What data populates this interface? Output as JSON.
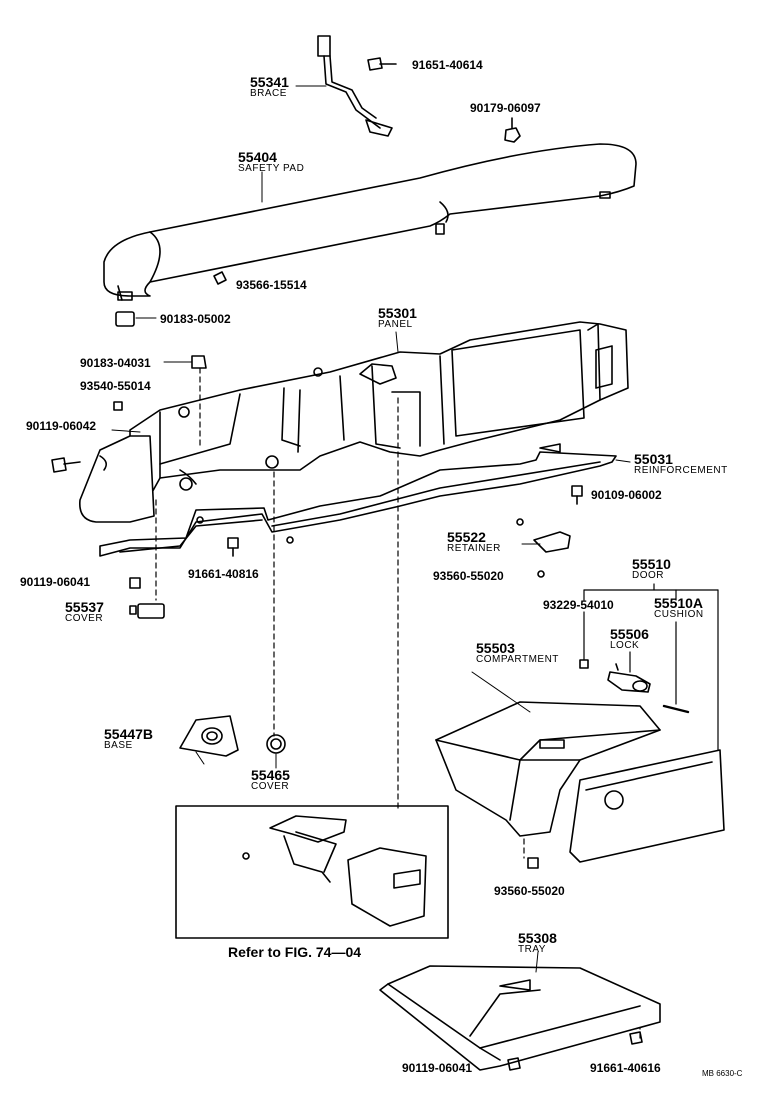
{
  "parts": {
    "p55341": {
      "num": "55341",
      "name": "BRACE"
    },
    "p55404": {
      "num": "55404",
      "name": "SAFETY PAD"
    },
    "p55301": {
      "num": "55301",
      "name": "PANEL"
    },
    "p55031": {
      "num": "55031",
      "name": "REINFORCEMENT"
    },
    "p55522": {
      "num": "55522",
      "name": "RETAINER"
    },
    "p55510": {
      "num": "55510",
      "name": "DOOR"
    },
    "p55510A": {
      "num": "55510A",
      "name": "CUSHION"
    },
    "p55506": {
      "num": "55506",
      "name": "LOCK"
    },
    "p55503": {
      "num": "55503",
      "name": "COMPARTMENT"
    },
    "p55537": {
      "num": "55537",
      "name": "COVER"
    },
    "p55447B": {
      "num": "55447B",
      "name": "BASE"
    },
    "p55465": {
      "num": "55465",
      "name": "COVER"
    },
    "p55308": {
      "num": "55308",
      "name": "TRAY"
    }
  },
  "callouts": {
    "c1": "91651-40614",
    "c2": "90179-06097",
    "c3": "93566-15514",
    "c4": "90183-05002",
    "c5": "90183-04031",
    "c6": "93540-55014",
    "c7": "90119-06042",
    "c8": "90109-06002",
    "c9": "90119-06041",
    "c10": "91661-40816",
    "c11": "93560-55020",
    "c12": "93229-54010",
    "c13": "93560-55020",
    "c14": "90119-06041",
    "c15": "91661-40616"
  },
  "reference": "Refer to FIG. 74—04",
  "figure_code": "MB 6630-C"
}
